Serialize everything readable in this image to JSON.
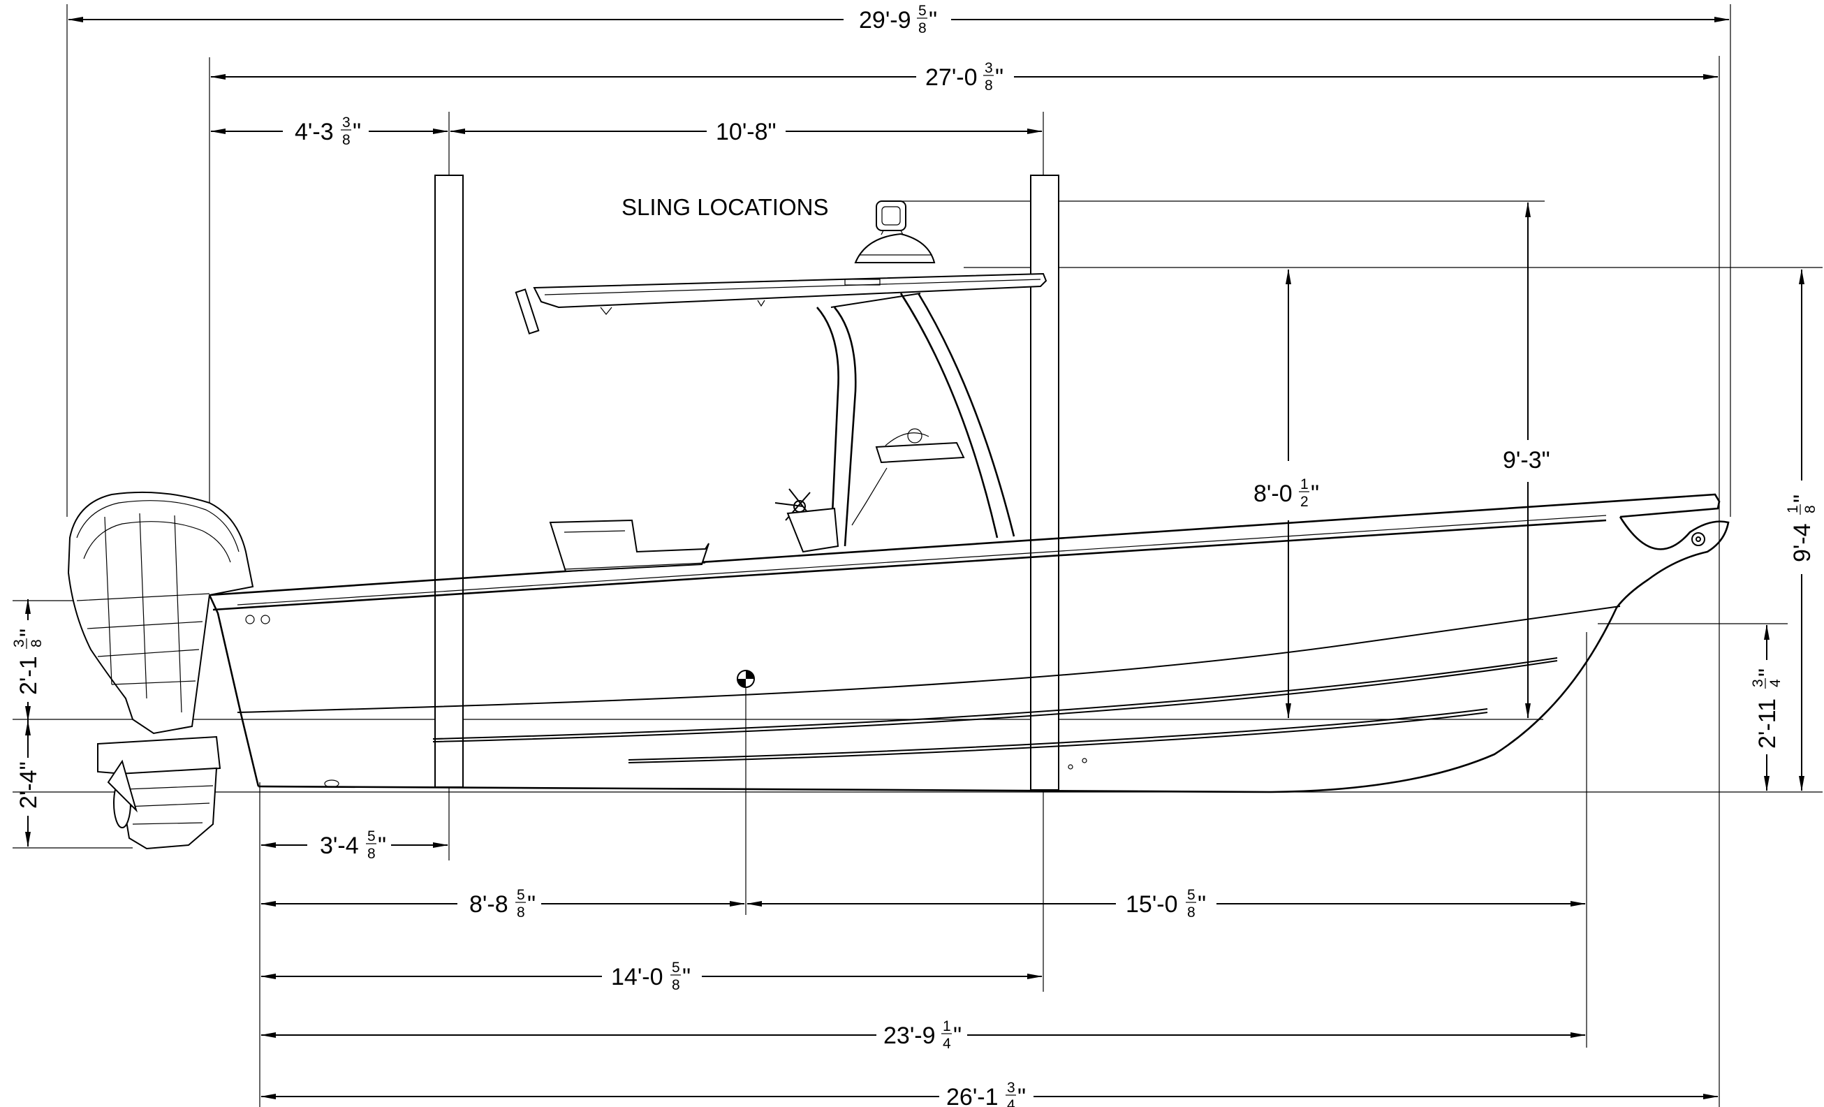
{
  "drawing": {
    "title": "SLING LOCATIONS"
  },
  "dimensions": {
    "overall_with_motor": {
      "main": "29'-9",
      "num": "5",
      "den": "8",
      "unit": "\""
    },
    "hull_deck_length": {
      "main": "27'-0",
      "num": "3",
      "den": "8",
      "unit": "\""
    },
    "transom_to_aft_sling": {
      "main": "4'-3",
      "num": "3",
      "den": "8",
      "unit": "\""
    },
    "sling_spacing": {
      "main": "10'-8\""
    },
    "keel_to_aft_sling": {
      "main": "3'-4",
      "num": "5",
      "den": "8",
      "unit": "\""
    },
    "keel_to_cg": {
      "main": "8'-8",
      "num": "5",
      "den": "8",
      "unit": "\""
    },
    "cg_to_bow_keel": {
      "main": "15'-0",
      "num": "5",
      "den": "8",
      "unit": "\""
    },
    "keel_to_fwd_sling": {
      "main": "14'-0",
      "num": "5",
      "den": "8",
      "unit": "\""
    },
    "waterline_length": {
      "main": "23'-9",
      "num": "1",
      "den": "4",
      "unit": "\""
    },
    "bottom_overall_length": {
      "main": "26'-1",
      "num": "3",
      "den": "4",
      "unit": "\""
    },
    "tower_top_height": {
      "main": "8'-0",
      "num": "1",
      "den": "2",
      "unit": "\""
    },
    "air_draft": {
      "main": "9'-3\""
    },
    "overall_height": {
      "main": "9'-4",
      "num": "1",
      "den": "8",
      "unit": "\""
    },
    "bow_freeboard": {
      "main": "2'-11",
      "num": "3",
      "den": "4",
      "unit": "\""
    },
    "transom_freeboard": {
      "main": "2'-1",
      "num": "3",
      "den": "8",
      "unit": "\""
    },
    "motor_draft": {
      "main": "2'-4\""
    }
  }
}
